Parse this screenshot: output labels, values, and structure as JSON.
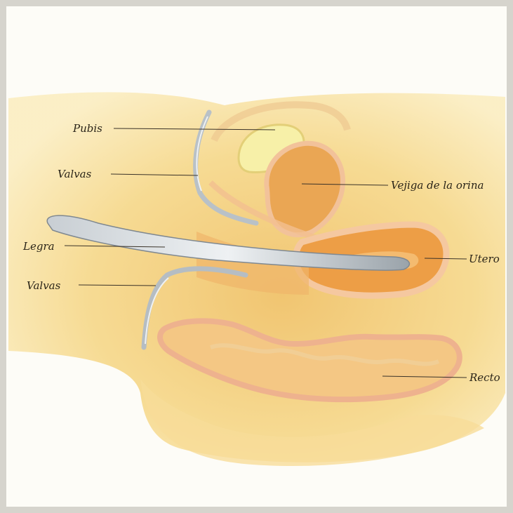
{
  "labels": {
    "pubis": "Pubis",
    "valvas_upper": "Valvas",
    "legra": "Legra",
    "valvas_lower": "Valvas",
    "vejiga": "Vejiga de la orina",
    "utero": "Utero",
    "recto": "Recto"
  },
  "colors": {
    "background": "#fdfcf7",
    "tissue_light": "#f7e3a0",
    "tissue_mid": "#f3cf78",
    "tissue_deep": "#eba95a",
    "organ_wall": "#f0b88a",
    "organ_inner": "#e9a24e",
    "bone": "#f6ec9c",
    "instrument": "#aeb6bd"
  }
}
